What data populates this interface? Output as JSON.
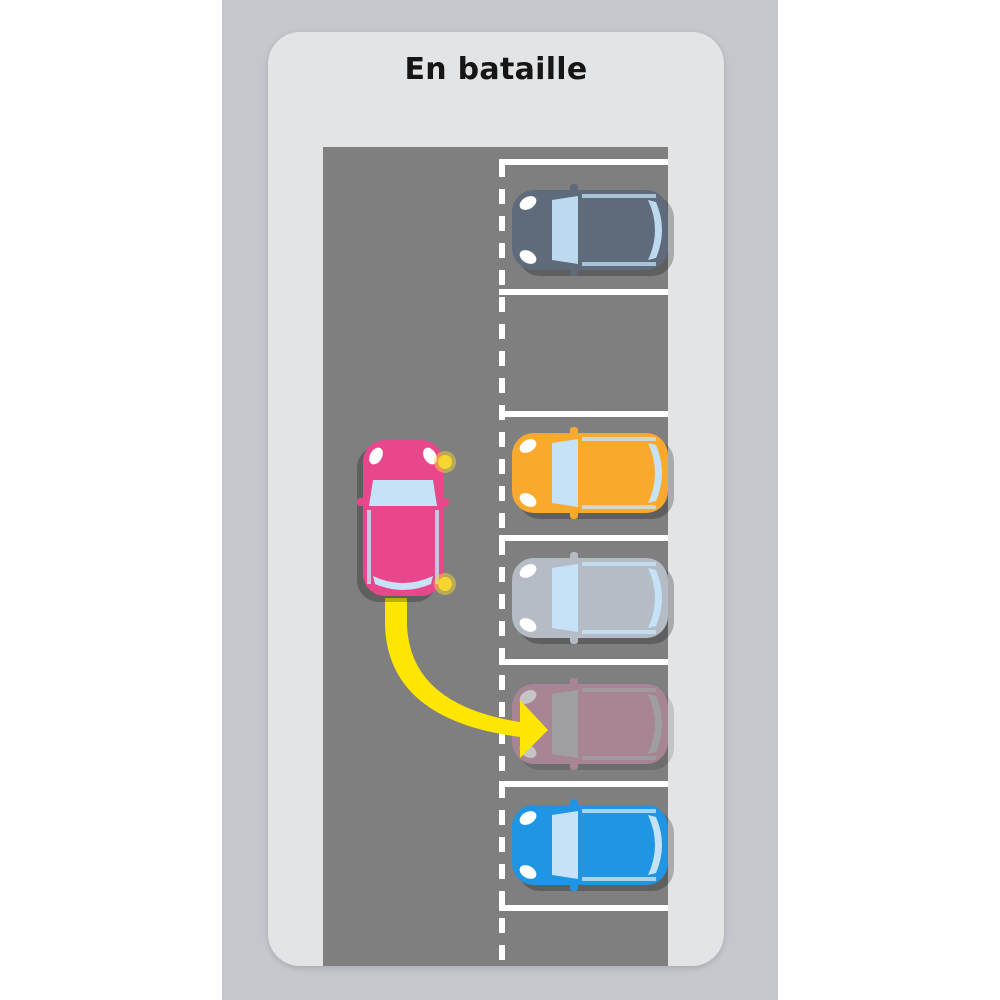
{
  "title": "En bataille",
  "colors": {
    "background": "#c4c7cc",
    "card": "#e3e4e6",
    "road": "#7f7f80",
    "lines": "#ffffff",
    "arrow": "#ffe600",
    "indicator": "#f5d530"
  },
  "parked_cars": [
    {
      "name": "dark-gray-car",
      "body": "#5f6b7a",
      "glass": "#bcd9f0"
    },
    {
      "name": "orange-car",
      "body": "#f8a92e",
      "glass": "#c5e2f6"
    },
    {
      "name": "silver-car",
      "body": "#b5bcc6",
      "glass": "#c5e2f6"
    },
    {
      "name": "ghost-target-car",
      "body": "#c98aa6",
      "glass": "#b9b9c0",
      "ghost": true
    },
    {
      "name": "blue-car",
      "body": "#1f95e3",
      "glass": "#c5e2f6"
    }
  ],
  "maneuvering_car": {
    "name": "pink-car",
    "body": "#e8478c",
    "glass": "#c5e2f6"
  }
}
